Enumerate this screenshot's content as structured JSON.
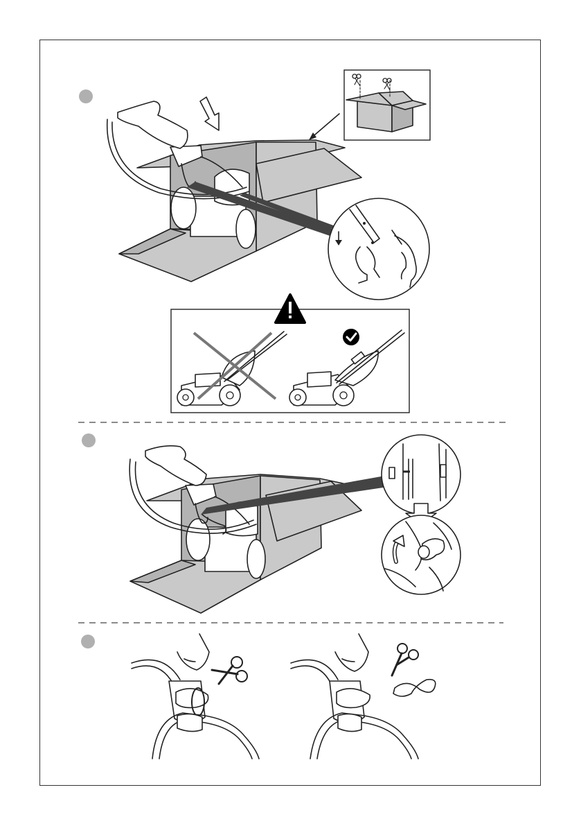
{
  "colors": {
    "box_fill": "#c9c9c9",
    "box_shadow": "#b3b3b3",
    "step_marker": "#b0b0b0",
    "line": "#222222",
    "warning": "#000000",
    "ok": "#000000",
    "cross": "#777777"
  },
  "icons": [
    "warning-icon",
    "checkmark-icon",
    "scissors-icon",
    "down-arrow-icon",
    "rotate-arrow-icon",
    "cross-mark-icon"
  ],
  "steps": [
    {
      "marker": "step-1-marker"
    },
    {
      "marker": "step-2-marker"
    },
    {
      "marker": "step-3-marker"
    }
  ]
}
